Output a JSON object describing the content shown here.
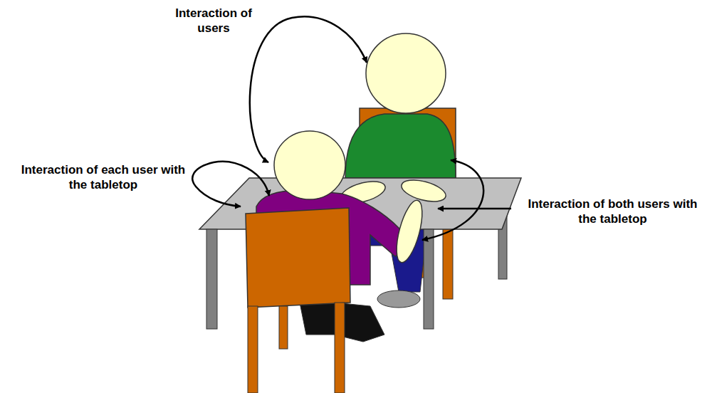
{
  "diagram": {
    "labels": [
      "Interaction of users",
      "Interaction of each user with the tabletop",
      "Interaction of both users with the tabletop"
    ]
  }
}
